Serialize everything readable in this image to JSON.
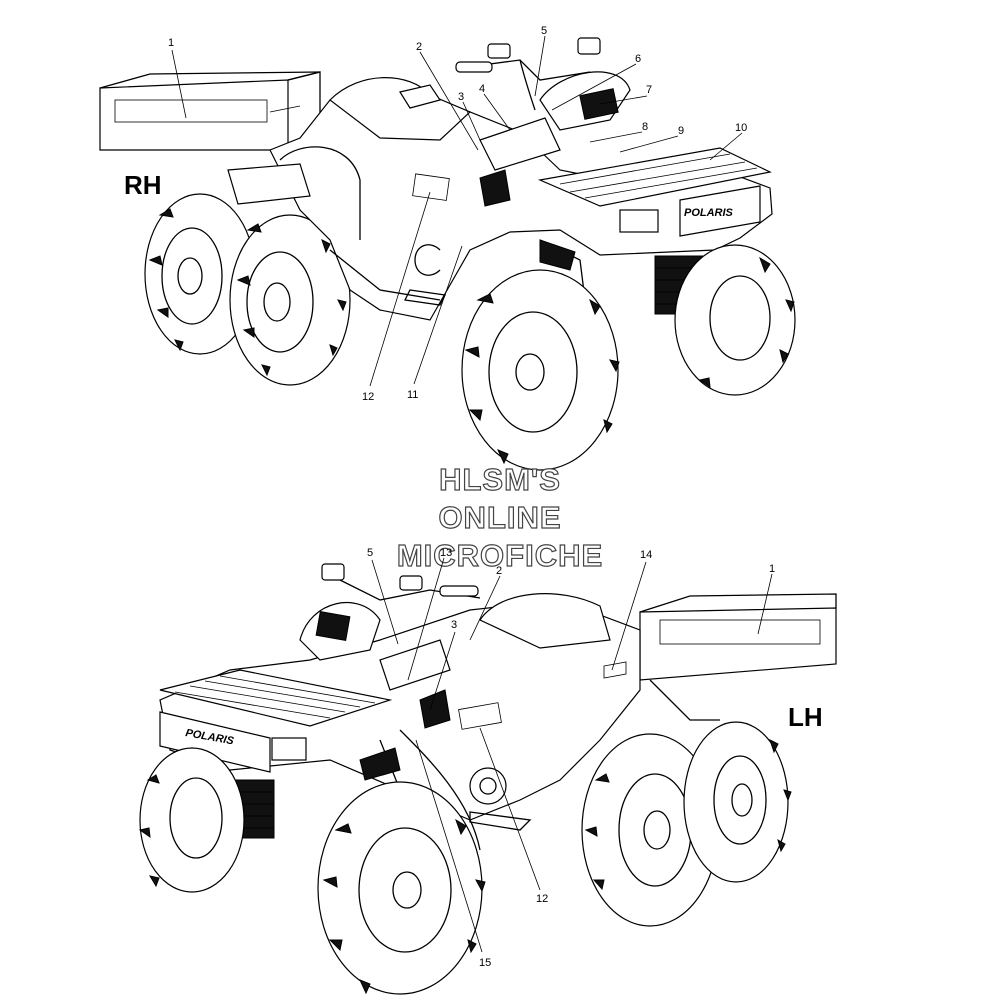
{
  "views": [
    {
      "side_label": "RH",
      "callouts": [
        "1",
        "2",
        "3",
        "4",
        "5",
        "6",
        "7",
        "8",
        "9",
        "10",
        "11",
        "12"
      ]
    },
    {
      "side_label": "LH",
      "callouts": [
        "5",
        "13",
        "2",
        "14",
        "1",
        "3",
        "12",
        "15"
      ]
    }
  ],
  "watermark": {
    "lines": [
      "HLSM'S",
      "ONLINE",
      "MICROFICHE"
    ]
  },
  "decal_text": {
    "rh_rack_brand": "POLARIS",
    "lh_rack_brand": "POLARIS"
  }
}
